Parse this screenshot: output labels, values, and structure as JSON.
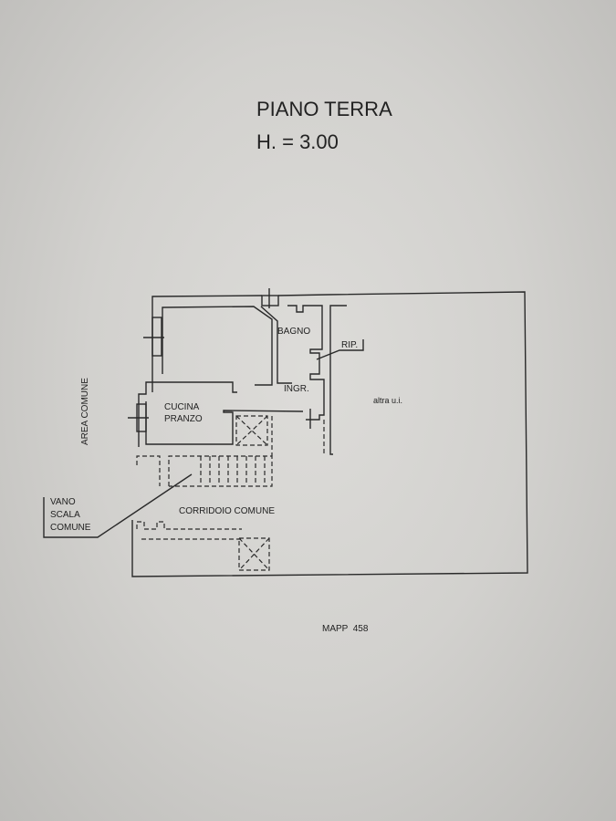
{
  "title": "PIANO TERRA",
  "height_label": "H. = 3.00",
  "rooms": {
    "bagno": "BAGNO",
    "rip": "RIP.",
    "ingr": "INGR.",
    "cucina": "CUCINA",
    "pranzo": "PRANZO",
    "altra": "altra u.i.",
    "corridoio": "CORRIDOIO COMUNE",
    "area_comune": "AREA COMUNE"
  },
  "vano_scala": [
    "VANO",
    "SCALA",
    "COMUNE"
  ],
  "mapp": "MAPP  458"
}
